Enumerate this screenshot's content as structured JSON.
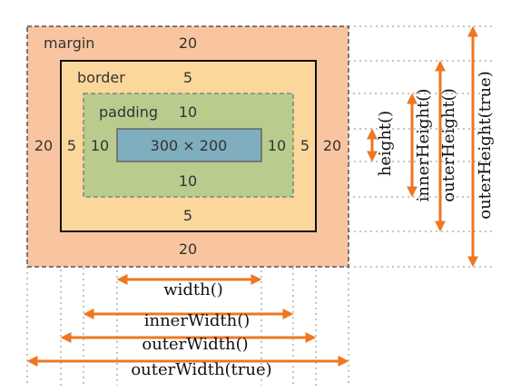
{
  "box_model": {
    "margin": {
      "label": "margin",
      "top": "20",
      "bottom": "20",
      "left": "20",
      "right": "20"
    },
    "border": {
      "label": "border",
      "top": "5",
      "bottom": "5",
      "left": "5",
      "right": "5"
    },
    "padding": {
      "label": "padding",
      "top": "10",
      "bottom": "10",
      "left": "10",
      "right": "10"
    },
    "content": {
      "label": "300 × 200"
    }
  },
  "dimensions": {
    "width": "width()",
    "innerWidth": "innerWidth()",
    "outerWidth": "outerWidth()",
    "outerWidthTrue": "outerWidth(true)",
    "height": "height()",
    "innerHeight": "innerHeight()",
    "outerHeight": "outerHeight()",
    "outerHeightTrue": "outerHeight(true)"
  },
  "colors": {
    "margin": "#f9c5a0",
    "border": "#fcd79b",
    "padding": "#bacb8e",
    "content": "#7faebe",
    "arrow": "#ee7722"
  }
}
